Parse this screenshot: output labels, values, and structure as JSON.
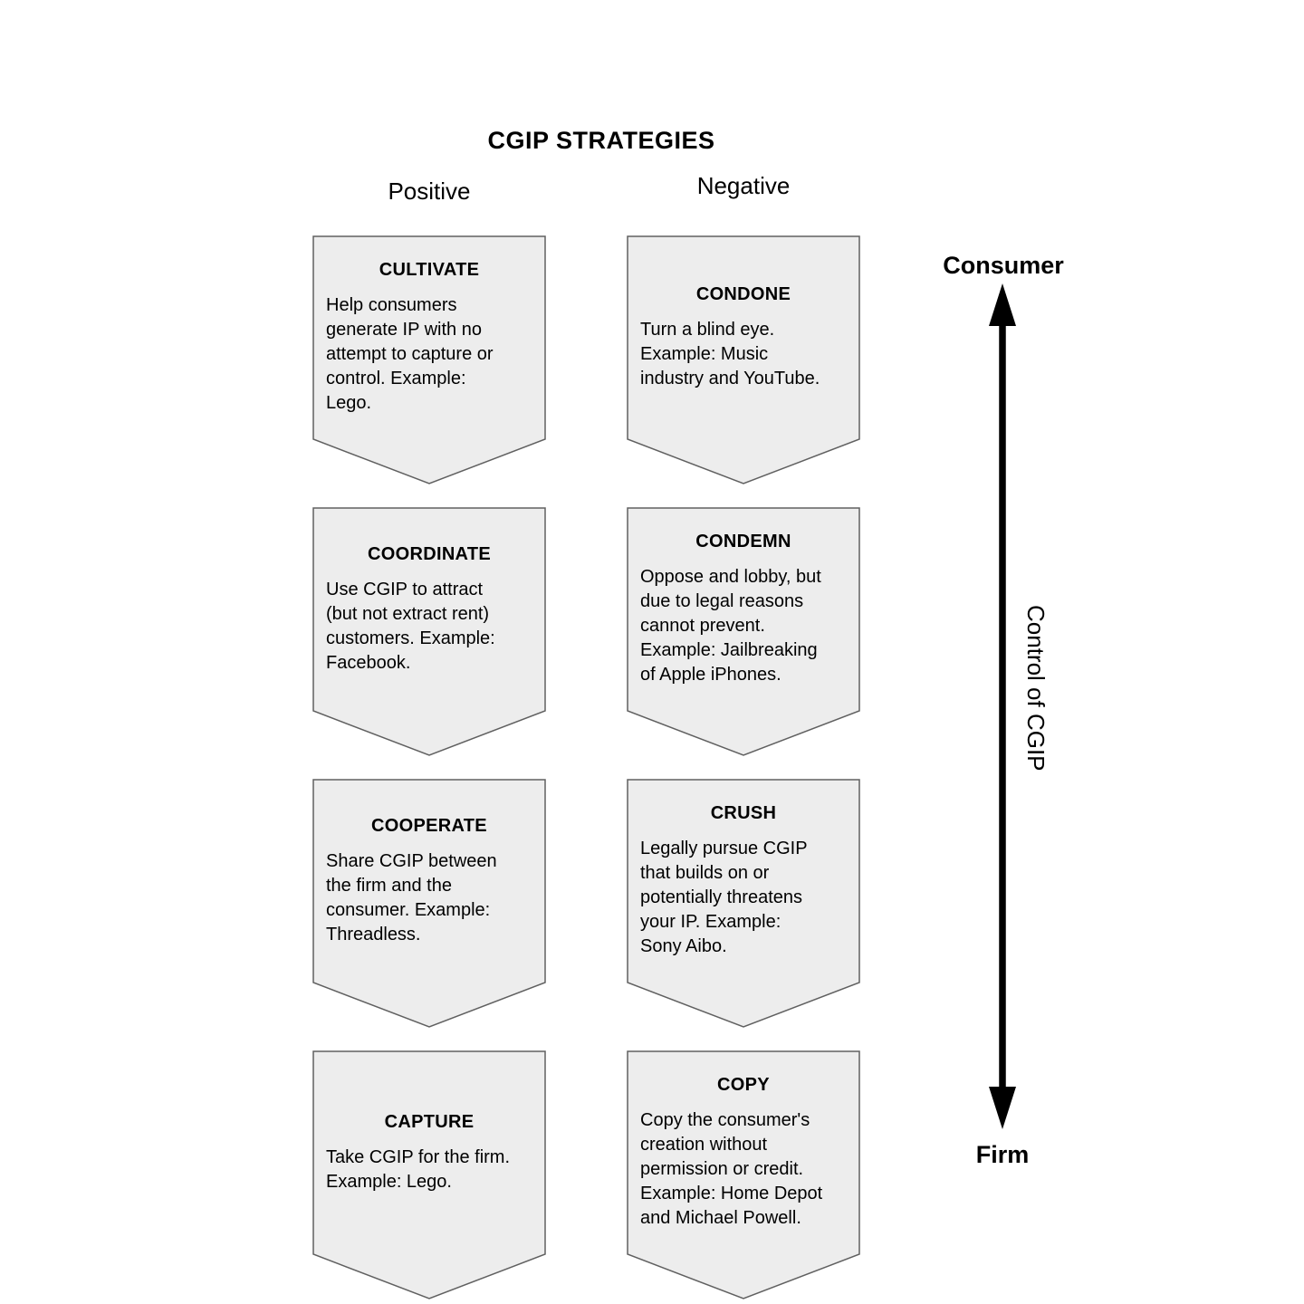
{
  "title": "CGIP STRATEGIES",
  "columns": [
    {
      "label": "Positive",
      "boxes": [
        {
          "title": "CULTIVATE",
          "body": "Help consumers\ngenerate IP with no\nattempt to capture or\ncontrol. Example:\nLego."
        },
        {
          "title": "COORDINATE",
          "body": "Use CGIP to attract\n(but not extract rent)\ncustomers. Example:\nFacebook."
        },
        {
          "title": "COOPERATE",
          "body": "Share CGIP between\nthe firm and the\nconsumer. Example:\nThreadless."
        },
        {
          "title": "CAPTURE",
          "body": "Take CGIP for the firm.\nExample: Lego."
        }
      ]
    },
    {
      "label": "Negative",
      "boxes": [
        {
          "title": "CONDONE",
          "body": "Turn a blind eye.\nExample: Music\nindustry and YouTube."
        },
        {
          "title": "CONDEMN",
          "body": "Oppose and lobby, but\ndue to legal reasons\ncannot prevent.\nExample: Jailbreaking\nof Apple iPhones."
        },
        {
          "title": "CRUSH",
          "body": "Legally pursue CGIP\nthat builds on or\npotentially threatens\nyour IP. Example:\nSony Aibo."
        },
        {
          "title": "COPY",
          "body": "Copy the consumer's\ncreation without\npermission or credit.\nExample: Home Depot\nand Michael Powell."
        }
      ]
    }
  ],
  "axis": {
    "top_label": "Consumer",
    "bottom_label": "Firm",
    "label": "Control of CGIP"
  },
  "colors": {
    "box_fill": "#ededed",
    "box_border": "#606060",
    "text": "#000000",
    "background": "#ffffff"
  }
}
